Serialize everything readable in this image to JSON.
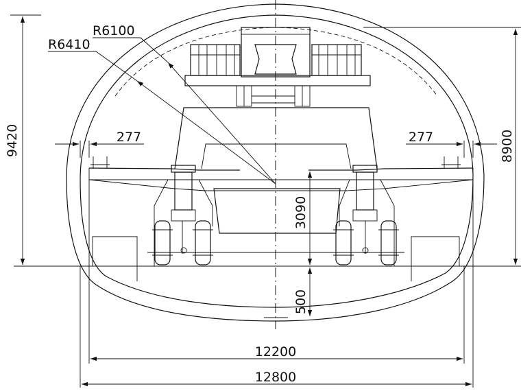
{
  "drawing": {
    "radius_labels": {
      "inner": "R6100",
      "outer": "R6410"
    },
    "dimensions": {
      "total_height": "9420",
      "clear_height": "8900",
      "inner_width": "12200",
      "outer_width": "12800",
      "clearance_left": "277",
      "clearance_right": "277",
      "center_height": "3090",
      "invert_depth": "500"
    }
  }
}
